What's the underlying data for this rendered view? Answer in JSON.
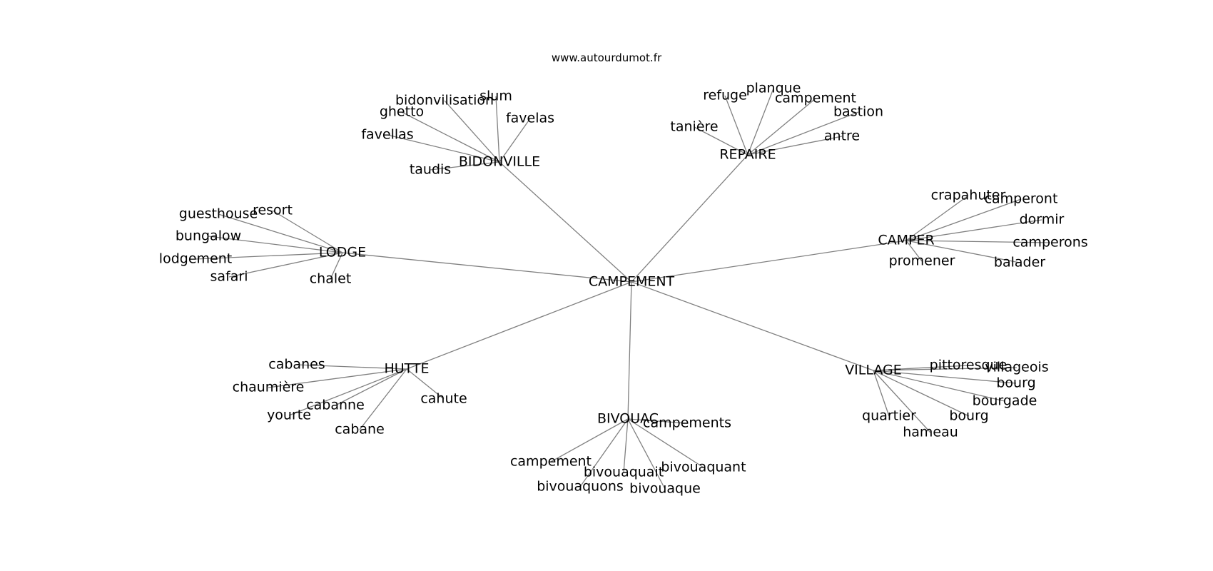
{
  "watermark": "www.autourdumot.fr",
  "graph": {
    "center": "CAMPEMENT",
    "clusters": [
      {
        "name": "BIDONVILLE",
        "leaves": [
          "bidonvilisation",
          "slum",
          "ghetto",
          "favelas",
          "favellas",
          "taudis"
        ]
      },
      {
        "name": "REPAIRE",
        "leaves": [
          "planque",
          "refuge",
          "campement",
          "bastion",
          "tanière",
          "antre"
        ]
      },
      {
        "name": "LODGE",
        "leaves": [
          "resort",
          "guesthouse",
          "bungalow",
          "lodgement",
          "safari",
          "chalet"
        ]
      },
      {
        "name": "CAMPER",
        "leaves": [
          "crapahuter",
          "camperont",
          "dormir",
          "camperons",
          "promener",
          "balader"
        ]
      },
      {
        "name": "HUTTE",
        "leaves": [
          "cabanes",
          "chaumière",
          "cabanne",
          "cahute",
          "yourte",
          "cabane"
        ]
      },
      {
        "name": "VILLAGE",
        "leaves": [
          "pittoresque",
          "villageois",
          "bourg",
          "bourgade",
          "quartier",
          "bourg",
          "hameau"
        ]
      },
      {
        "name": "BIVOUAC",
        "leaves": [
          "campements",
          "campement",
          "bivouaquait",
          "bivouaquant",
          "bivouaquons",
          "bivouaque"
        ]
      }
    ]
  }
}
